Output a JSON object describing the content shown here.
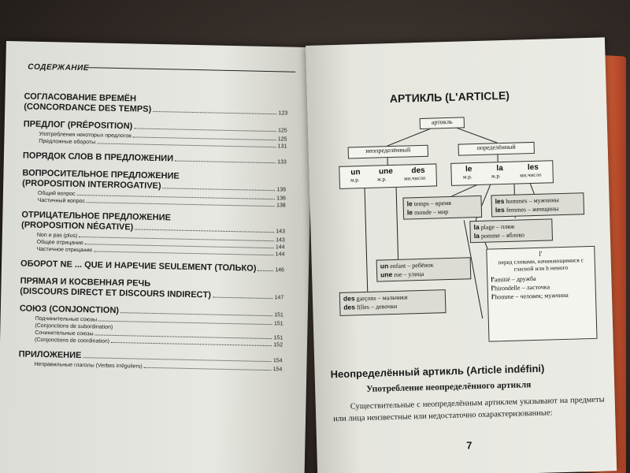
{
  "left_page": {
    "header": "СОДЕРЖАНИЕ",
    "sections": [
      {
        "lines": [
          "СОГЛАСОВАНИЕ ВРЕМЁН",
          "(CONCORDANCE DES TEMPS)"
        ],
        "page": "123",
        "subs": []
      },
      {
        "lines": [
          "ПРЕДЛОГ (PRÉPOSITION)"
        ],
        "page": "125",
        "subs": [
          {
            "label": "Употребления некоторых предлогов",
            "page": "125"
          },
          {
            "label": "Предложные обороты",
            "page": "131"
          }
        ]
      },
      {
        "lines": [
          "ПОРЯДОК СЛОВ В ПРЕДЛОЖЕНИИ"
        ],
        "page": "133",
        "subs": []
      },
      {
        "lines": [
          "ВОПРОСИТЕЛЬНОЕ ПРЕДЛОЖЕНИЕ",
          "(PROPOSITION INTERROGATIVE)"
        ],
        "page": "136",
        "subs": [
          {
            "label": "Общий вопрос",
            "page": "136"
          },
          {
            "label": "Частичный вопрос",
            "page": "138"
          }
        ]
      },
      {
        "lines": [
          "ОТРИЦАТЕЛЬНОЕ ПРЕДЛОЖЕНИЕ",
          "(PROPOSITION NÉGATIVE)"
        ],
        "page": "143",
        "subs": [
          {
            "label": "Non и pas (plus)",
            "page": "143"
          },
          {
            "label": "Общее отрицание",
            "page": "144"
          },
          {
            "label": "Частичное отрицание",
            "page": "144"
          }
        ]
      },
      {
        "lines": [
          "ОБОРОТ NE ... QUE И НАРЕЧИЕ SEULEMENT (ТОЛЬКО)"
        ],
        "page": "146",
        "subs": []
      },
      {
        "lines": [
          "ПРЯМАЯ И КОСВЕННАЯ РЕЧЬ",
          "(DISCOURS DIRECT ET DISCOURS INDIRECT)"
        ],
        "page": "147",
        "subs": []
      },
      {
        "lines": [
          "СОЮЗ (CONJONCTION)"
        ],
        "page": "151",
        "subs": [
          {
            "label": "Подчинительные союзы",
            "page": "151"
          },
          {
            "label": "(Conjonctions de subordination)",
            "page": ""
          },
          {
            "label": "Сочинительные союзы",
            "page": "151"
          },
          {
            "label": "(Conjonctions de coordination)",
            "page": "152"
          }
        ]
      },
      {
        "lines": [
          "ПРИЛОЖЕНИЕ"
        ],
        "page": "154",
        "subs": [
          {
            "label": "Неправильные глаголы (Verbes irréguliers)",
            "page": "154"
          }
        ]
      }
    ]
  },
  "right_page": {
    "title": "АРТИКЛЬ (L'ARTICLE)",
    "diagram": {
      "root": "артикль",
      "indef": "неопределённый",
      "def": "определённый",
      "indef_forms": [
        "un",
        "une",
        "des"
      ],
      "indef_genders": [
        "м.р.",
        "ж.р.",
        "мн.число"
      ],
      "def_forms": [
        "le",
        "la",
        "les"
      ],
      "def_genders": [
        "м.р.",
        "ж.р.",
        "мн.число"
      ],
      "ex_le": [
        {
          "w": "le",
          "t": " temps – время"
        },
        {
          "w": "le",
          "t": " monde – мир"
        }
      ],
      "ex_les": [
        {
          "w": "les",
          "t": " hommes – мужчины"
        },
        {
          "w": "les",
          "t": " femmes – женщины"
        }
      ],
      "ex_la": [
        {
          "w": "la",
          "t": " plage – пляж"
        },
        {
          "w": "la",
          "t": " pomme – яблоко"
        }
      ],
      "ex_un": [
        {
          "w": "un",
          "t": " enfant – ребёнок"
        },
        {
          "w": "une",
          "t": " rue – улица"
        }
      ],
      "ex_des": [
        {
          "w": "des",
          "t": " garçons – мальчики"
        },
        {
          "w": "des",
          "t": " filles – девочки"
        }
      ],
      "elision_head": "l'",
      "elision_note": "перед словами, начинающимися с гласной или h немого",
      "ex_l": [
        {
          "w": "l'",
          "t": "amitié – дружба"
        },
        {
          "w": "l'",
          "t": "hirondelle – ласточка"
        },
        {
          "w": "l'",
          "t": "homme – человек; мужчина"
        }
      ]
    },
    "section_title": "Неопределённый артикль (Article indéfini)",
    "subsection_title": "Употребление неопределённого артикля",
    "paragraph": "Существительные с неопределённым артиклем указывают на предметы или лица неизвестные или недостаточно охарактеризованные:",
    "page_number": "7"
  },
  "colors": {
    "page": "#e8e8e2",
    "box_tint": "#dcdcd4",
    "cover": "#d8653a"
  }
}
